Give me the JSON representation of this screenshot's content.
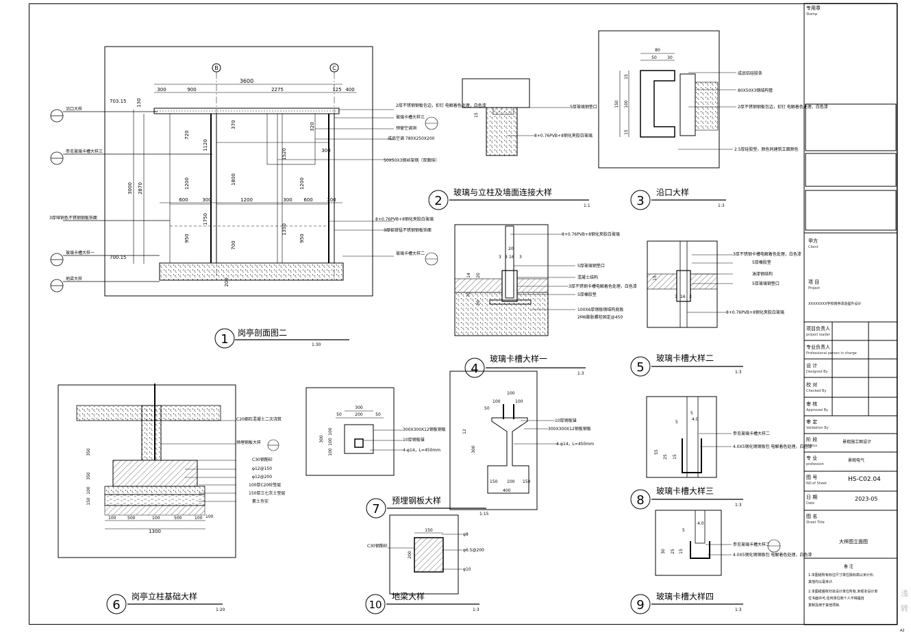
{
  "details": [
    {
      "num": "1",
      "title": "岗亭剖面图二",
      "scale": "1:30"
    },
    {
      "num": "2",
      "title": "玻璃与立柱及墙面连接大样",
      "scale": "1:1"
    },
    {
      "num": "3",
      "title": "沿口大样",
      "scale": "1:3"
    },
    {
      "num": "4",
      "title": "玻璃卡槽大样一",
      "scale": "1:3"
    },
    {
      "num": "5",
      "title": "玻璃卡槽大样二",
      "scale": "1:3"
    },
    {
      "num": "6",
      "title": "岗亭立柱基础大样",
      "scale": "1:20"
    },
    {
      "num": "7",
      "title": "预埋钢板大样",
      "scale": "1:15"
    },
    {
      "num": "8",
      "title": "玻璃卡槽大样三",
      "scale": "1:3"
    },
    {
      "num": "9",
      "title": "玻璃卡槽大样四",
      "scale": "1:3"
    },
    {
      "num": "10",
      "title": "地梁大样",
      "scale": "1:3"
    }
  ],
  "section1": {
    "grid_b": "B",
    "grid_c": "C",
    "dim_top_total": "3600",
    "dim_top": [
      "300",
      "900",
      "2275",
      "125",
      "400"
    ],
    "dim_mid": [
      "600",
      "300",
      "1200",
      "300",
      "600",
      "300"
    ],
    "dim_left": [
      "3000",
      "2870"
    ],
    "dim_vert": [
      "720",
      "1200",
      "950",
      "1120",
      "1750",
      "370",
      "1800",
      "700",
      "1520",
      "1350",
      "1200",
      "950",
      "320",
      "300",
      "200",
      "130"
    ],
    "level_top": "703.15",
    "level_bottom": "700.15",
    "dim_300_inner": "300",
    "left_notes": [
      "沿口大样",
      "参见玻璃卡槽大样三",
      "3厚哑铜色不锈钢钢板饰面",
      "玻璃卡槽大样一",
      "地梁大样"
    ],
    "right_notes": [
      "2厚不锈钢钢板包边，扣钉\n电解着色处理，白色漆",
      "玻璃卡槽大样三",
      "预留空调洞",
      "成品空调 780X250X200",
      "50X50X3钢丝架钢（双面抹）",
      "8+0.76PVB+8钢化夹胶白玻璃",
      "3厚铝镁锰不锈钢钢板饰面",
      "玻璃卡槽大样二"
    ]
  },
  "detail2": {
    "notes": [
      "5厚玻璃钢垫口",
      "8+0.76PVB+8钢化夹胶白玻璃"
    ],
    "dim": "15"
  },
  "detail3": {
    "dims": [
      "80",
      "50",
      "30",
      "15",
      "150",
      "100",
      "15"
    ],
    "notes": [
      "成品铝硅胶条",
      "80X50X3钢结构管",
      "2厚不锈钢钢板包边，扣钉\n电解着色处理，白色漆",
      "2.5厚硅胶垫，颜色同建筑立面颜色"
    ]
  },
  "detail4": {
    "top_note": "8+0.76PVB+8钢化夹胶白玻璃",
    "dims": [
      "20",
      "3",
      "3",
      "16",
      "3",
      "14",
      "70",
      "20",
      "20"
    ],
    "notes": [
      "5厚玻璃钢垫口",
      "混凝土结构",
      "3厚不锈钢卡槽电解着色处理，白色漆",
      "5厚橡胶垫",
      "100X6厚钢板钢结构底板",
      "2M6膨胀螺栓固定@450"
    ]
  },
  "detail5": {
    "dims": [
      "15",
      "3",
      "16",
      "3"
    ],
    "notes": [
      "3厚不锈钢卡槽电解着色处理，白色漆",
      "5厚橡胶垫",
      "油漆钢结构",
      "5厚玻璃钢垫口",
      "8+0.76PVB+8钢化夹胶白玻璃"
    ]
  },
  "detail6": {
    "notes": [
      "C20细石混凝土二次浇筑",
      "预埋钢板大样",
      "C30钢筋砼",
      "φ12@150",
      "φ12@200",
      "100厚C20砼垫层",
      "150厚三七灰土垫层",
      "素土夯实"
    ],
    "dims_bottom": [
      "100",
      "500",
      "100",
      "500",
      "100"
    ],
    "total": "1300",
    "dims_left": [
      "350",
      "350",
      "100",
      "150"
    ],
    "dim_right": "100"
  },
  "detail7": {
    "dims_top": [
      "300",
      "50",
      "200",
      "50"
    ],
    "dims_left": [
      "300",
      "100",
      "100",
      "100"
    ],
    "notes": [
      "300X300X12钢板钢板",
      "10厚钢板锚",
      "4-φ14，L=450mm"
    ]
  },
  "detail7b": {
    "dims_top": [
      "100",
      "100",
      "100",
      "50"
    ],
    "dims_left": [
      "12",
      "300"
    ],
    "dims_bottom": [
      "150",
      "100",
      "150",
      "400"
    ],
    "notes": [
      "10厚钢板锚",
      "300X300X12钢板钢板",
      "4-φ14，L=450mm"
    ]
  },
  "detail8": {
    "dims": [
      "5",
      "4.0",
      "55",
      "25",
      "15",
      "5"
    ],
    "notes": [
      "参见玻璃卡槽大样二",
      "4.0X5钢化钢钢板包\n电解着色处理，白色漆"
    ]
  },
  "detail9": {
    "dims": [
      "5",
      "4.0",
      "30",
      "25",
      "15"
    ],
    "notes": [
      "参见玻璃卡槽大样二",
      "4.0X5钢化钢钢板包\n电解着色处理，白色漆"
    ]
  },
  "detail10": {
    "dims": [
      "150",
      "200"
    ],
    "notes": [
      "C30钢筋砼",
      "φ8",
      "φ6.5@200",
      "φ10"
    ]
  },
  "title_block": {
    "rows": [
      {
        "cn": "甲方",
        "en": "Client"
      },
      {
        "cn": "项 目",
        "en": "Project"
      }
    ],
    "top_label_cn": "专用章",
    "top_label_en": "Stamp",
    "project_value": "XXXXXXXX学校岗亭改造提升设计",
    "people": [
      {
        "cn": "项目负责人",
        "en": "project leader"
      },
      {
        "cn": "专业负责人",
        "en": "Professional person in charge"
      },
      {
        "cn": "设 计",
        "en": "Designed By"
      },
      {
        "cn": "校 对",
        "en": "Checked By"
      },
      {
        "cn": "审 核",
        "en": "Approved By"
      },
      {
        "cn": "审 定",
        "en": "Validation By"
      }
    ],
    "status_cn": "阶 段",
    "status_en": "Status",
    "status_value": "景观施工图设计",
    "profession_cn": "专 业",
    "profession_en": "profession",
    "profession_value": "景观电气",
    "sheet_no_cn": "图 号",
    "sheet_no_en": "NO.of Sheet",
    "sheet_no_value": "HS-C02.04",
    "date_cn": "日 期",
    "date_en": "Date",
    "date_value": "2023-05",
    "title_cn": "图 名",
    "title_en": "Sheet Title",
    "title_value": "大样图立面图",
    "notes_title": "备 注",
    "notes": [
      "1.本图纸所有标注尺寸单位除标高以米计外,",
      "  其他均以毫米计.",
      "2.本图纸版权归本设计单位所有,未经本设计单",
      "  位书面许可,任何单位和个人不得擅自",
      "  复制及用于其他项目."
    ],
    "sheet_size": "A2"
  },
  "corner_chars": [
    "浅",
    "转"
  ]
}
